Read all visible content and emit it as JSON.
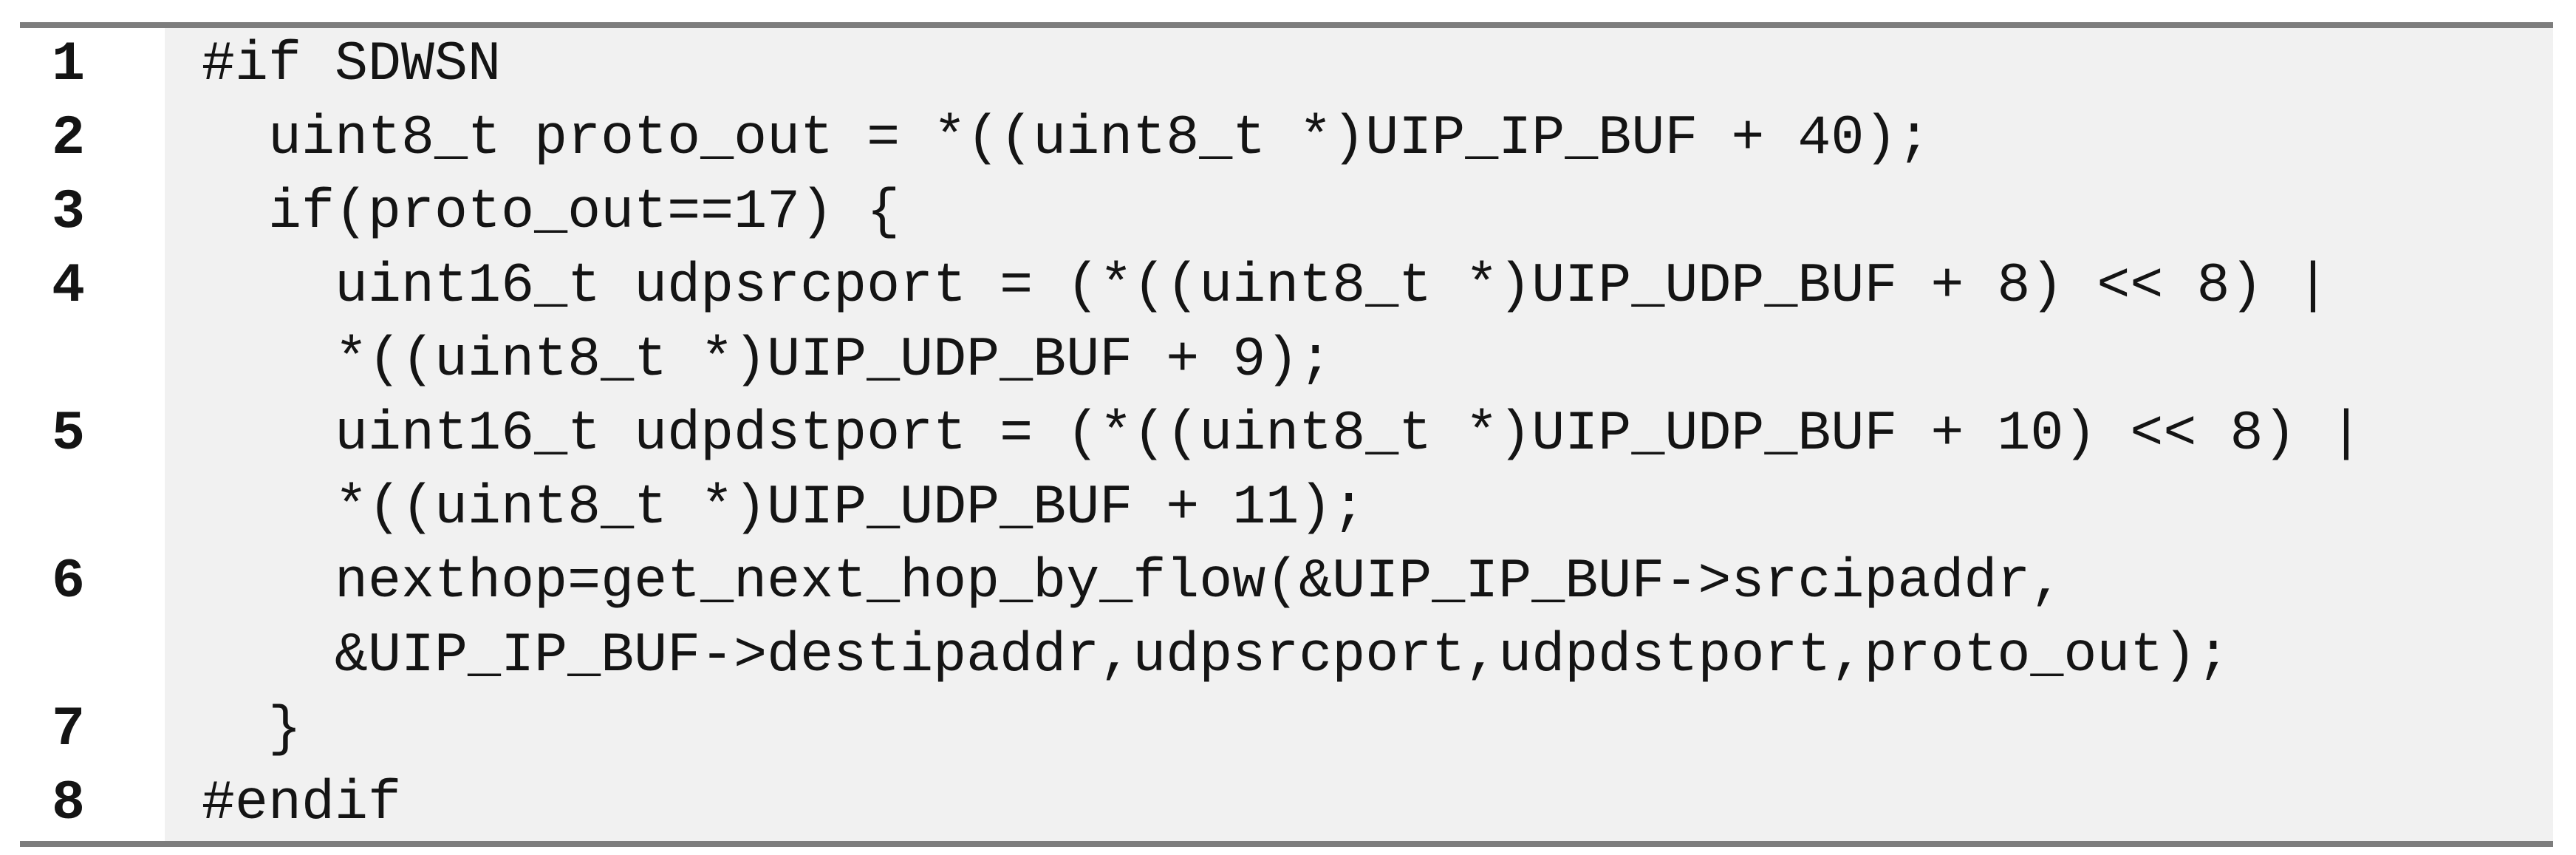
{
  "listing": {
    "kind": "code-listing",
    "language": "C",
    "colors": {
      "border": "#7d7d7d",
      "code_background": "#f1f1f1",
      "gutter_background": "#ffffff",
      "text": "#141414"
    },
    "lines": [
      {
        "number": "1",
        "rows": [
          "#if SDWSN"
        ]
      },
      {
        "number": "2",
        "rows": [
          "  uint8_t proto_out = *((uint8_t *)UIP_IP_BUF + 40);"
        ]
      },
      {
        "number": "3",
        "rows": [
          "  if(proto_out==17) {"
        ]
      },
      {
        "number": "4",
        "rows": [
          "    uint16_t udpsrcport = (*((uint8_t *)UIP_UDP_BUF + 8) << 8) |",
          "    *((uint8_t *)UIP_UDP_BUF + 9);"
        ]
      },
      {
        "number": "5",
        "rows": [
          "    uint16_t udpdstport = (*((uint8_t *)UIP_UDP_BUF + 10) << 8) |",
          "    *((uint8_t *)UIP_UDP_BUF + 11);"
        ]
      },
      {
        "number": "6",
        "rows": [
          "    nexthop=get_next_hop_by_flow(&UIP_IP_BUF->srcipaddr,",
          "    &UIP_IP_BUF->destipaddr,udpsrcport,udpdstport,proto_out);"
        ]
      },
      {
        "number": "7",
        "rows": [
          "  }"
        ]
      },
      {
        "number": "8",
        "rows": [
          "#endif"
        ]
      }
    ]
  }
}
